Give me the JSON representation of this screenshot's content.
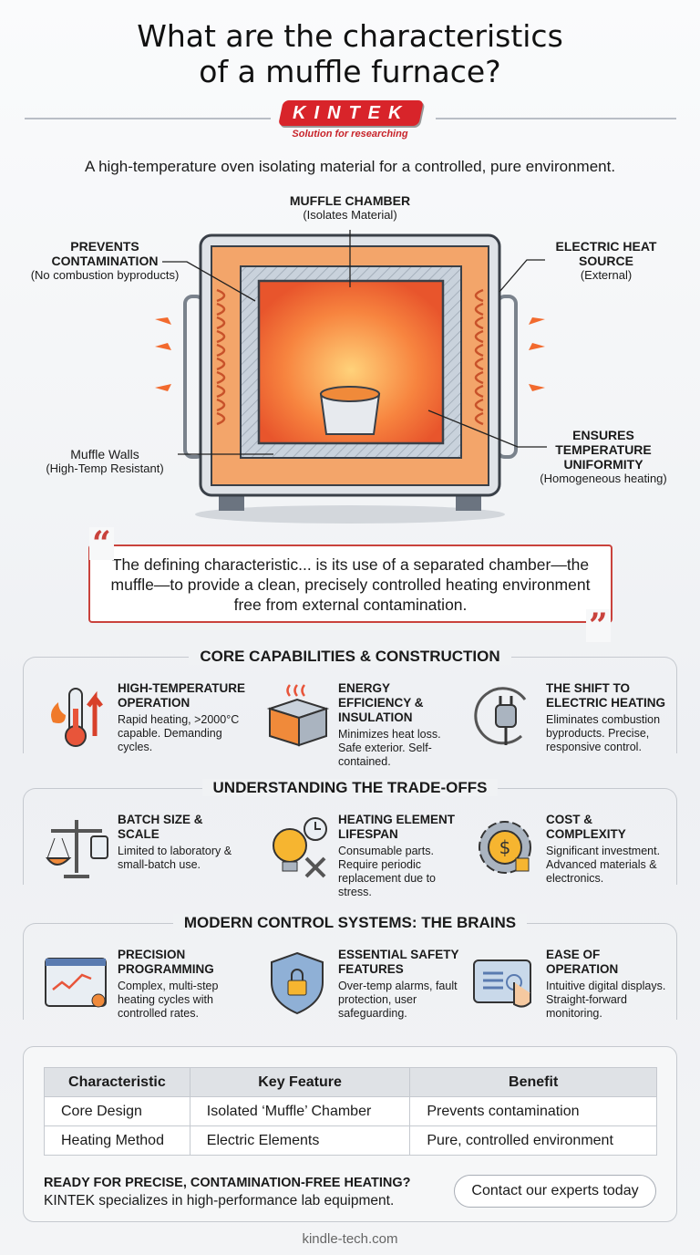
{
  "title": [
    "What are the characteristics",
    "of a muffle furnace?"
  ],
  "logo": {
    "text": "KINTEK",
    "tagline": "Solution for researching"
  },
  "subtitle": "A high-temperature oven isolating material for a controlled, pure environment.",
  "diagram": {
    "muffle_chamber": {
      "title": "MUFFLE CHAMBER",
      "sub": "(Isolates Material)"
    },
    "prevents": {
      "title1": "PREVENTS",
      "title2": "CONTAMINATION",
      "sub": "(No combustion byproducts)"
    },
    "electric": {
      "title1": "ELECTRIC HEAT",
      "title2": "SOURCE",
      "sub": "(External)"
    },
    "walls": {
      "title": "Muffle Walls",
      "sub": "(High-Temp Resistant)"
    },
    "uniformity": {
      "title1": "ENSURES",
      "title2": "TEMPERATURE",
      "title3": "UNIFORMITY",
      "sub": "(Homogeneous heating)"
    }
  },
  "quote": {
    "open": "“",
    "close": "”",
    "text": "The defining characteristic... is its use of a separated chamber—the muffle—to provide a clean, precisely controlled heating environment free from external contamination."
  },
  "sections": [
    {
      "heading": "CORE CAPABILITIES & CONSTRUCTION",
      "items": [
        {
          "icon": "thermometer-flame-icon",
          "title": "HIGH-TEMPERATURE OPERATION",
          "text": "Rapid heating, >2000°C capable. Demanding cycles."
        },
        {
          "icon": "insulation-layers-icon",
          "title": "ENERGY EFFICIENCY & INSULATION",
          "text": "Minimizes heat loss. Safe exterior. Self-contained."
        },
        {
          "icon": "electric-plug-icon",
          "title": "THE SHIFT TO ELECTRIC HEATING",
          "text": "Eliminates combustion byproducts. Precise, responsive control."
        }
      ]
    },
    {
      "heading": "UNDERSTANDING THE TRADE-OFFS",
      "items": [
        {
          "icon": "balance-scale-icon",
          "title": "BATCH SIZE & SCALE",
          "text": "Limited to laboratory & small-batch use."
        },
        {
          "icon": "lightbulb-clock-icon",
          "title": "HEATING ELEMENT LIFESPAN",
          "text": "Consumable parts. Require periodic replacement due to stress."
        },
        {
          "icon": "gear-dollar-icon",
          "title": "COST & COMPLEXITY",
          "text": "Significant investment. Advanced materials & electronics."
        }
      ]
    },
    {
      "heading": "MODERN CONTROL SYSTEMS: THE BRAINS",
      "items": [
        {
          "icon": "dashboard-chart-icon",
          "title": "PRECISION PROGRAMMING",
          "text": "Complex, multi-step heating cycles with controlled rates."
        },
        {
          "icon": "shield-lock-icon",
          "title": "ESSENTIAL SAFETY FEATURES",
          "text": "Over-temp alarms, fault protection, user safeguarding."
        },
        {
          "icon": "touchscreen-icon",
          "title": "EASE OF OPERATION",
          "text": "Intuitive digital displays. Straight-forward monitoring."
        }
      ]
    }
  ],
  "table": {
    "headers": [
      "Characteristic",
      "Key Feature",
      "Benefit"
    ],
    "rows": [
      [
        "Core Design",
        "Isolated ‘Muffle’ Chamber",
        "Prevents contamination"
      ],
      [
        "Heating Method",
        "Electric Elements",
        "Pure, controlled environment"
      ]
    ]
  },
  "cta": {
    "heading": "READY FOR PRECISE, CONTAMINATION-FREE HEATING?",
    "text": "KINTEK specializes in high-performance lab equipment.",
    "button": "Contact our experts today"
  },
  "footer": "kindle-tech.com",
  "colors": {
    "accent": "#d8242a",
    "heat": "#f26a2e"
  }
}
